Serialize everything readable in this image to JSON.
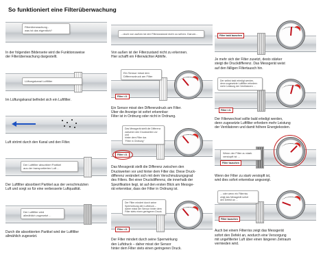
{
  "title": "So funktioniert eine Filterüberwachung",
  "panels": [
    {
      "bubble": "Filterüberwachung -\nwas ist das eigentlich?",
      "text": "In der folgenden Bilderserie wird die Funktionsweise\nder Filterüberwachung dargestellt."
    },
    {
      "bubble": "Lüftungskanal        Luftfilter",
      "text": "Im Lüftungskanal befindet sich ein Luftfilter."
    },
    {
      "bubble": "",
      "text": "Luft strömt durch den Kanal und den Filter."
    },
    {
      "bubble": "Der Luftfilter absorbiert Partikel\naus der transportierten Luft ...",
      "text": "Der Luftfilter absorbiert Partikel aus der verschmutzten\nLuft und sorgt so für eine verbesserte Luftqualität."
    },
    {
      "bubble": "Der Luftfilter wird\nallmählich zugesetzt ...",
      "text": "Durch die absorbierten Partikel wird der Luftfilter\nallmählich zugesetzt."
    },
    {
      "bubble": "...doch von außen ist der Filterzustand nicht zu sehen. Darum...",
      "text": "Von außen ist der Filterzustand nicht zu erkennen.\nHier schafft ein Filterwächter Abhilfe."
    },
    {
      "bubble": "Ein Sensor misst den\nDifferenzdruck am Filter",
      "tag": "Filter i.O.",
      "text": "Ein Sensor misst den Differenzdruck am Filter.\nÜber die Anzeige ist sofort erkennbar:\nFilter ist in Ordnung oder nicht in Ordnung."
    },
    {
      "bubble": "Das Messgerät stellt die Differenz\nzwischen den Druckwerten vor und\nhinter dem Filter dar.\n\"Filter in Ordnung\"",
      "tag": "Filter i.O.",
      "text": "Das Messgerät stellt die Differenz zwischen den\nDruckwerten vor und hinter dem Filter dar. Diese Druck-\ndifferenz verändert sich mit dem Verschmutzungsgrad\ndes Filters. Bei einer Druckdifferenz, die innerhalb der\nSpezifikation liegt, ist auf den ersten Blick am Messge-\nrät erkennbar, dass der Filter in Ordnung ist."
    },
    {
      "bubble": "Der Filter mindert durch seine\nSperrwirkung den Luftdruck –\ndaher misst der Sensor hinter dem\nFilter stets einen geringeren Druck.",
      "tag": "Filter i.O.",
      "text": "Der Filter mindert durch seine Sperrwirkung\nden Luftdruck – daher misst der Sensor\nhinter dem Filter stets einen geringeren Druck."
    },
    {
      "bubble": "",
      "tag": "Filter bald tauschen",
      "text": "Je mehr sich der Filter zusetzt, desto stärker\nsteigt die Druckdifferenz. Das Messgerät weist\nauf den fälligen Filtertausch hin."
    },
    {
      "bubble": "Der selbst bald erledigt werden,\ndenn zugesetzte Luftfilter erfordern\nmehr Leistung der Ventilatoren ...",
      "tag": "Filter i.O.",
      "text": "Der Filterwechsel sollte bald erledigt werden,\ndenn zugesetzte Luftfilter erfordern mehr Leistung\nder Ventilatoren und damit höhere Energiekosten."
    },
    {
      "bubble": "Wenn der Filter zu stark\nverstopft ist ...",
      "tag": "Filter tauschen",
      "text": "Wenn der Filter zu stark verstopft ist,\nwird dies sofort erkennbar angezeigt."
    },
    {
      "bubble": "... oder wenn ein Filterriss\nzeigt das Messgerät sofort\nden Defekt an ...",
      "tag": "Filter tauschen",
      "text": "Auch bei einem Filterriss zeigt das Messgerät\nsofort den Defekt an, wodurch eine Versorgung\nmit ungefilterter Luft über einen längeren Zeitraum\nvermieden wird."
    }
  ]
}
